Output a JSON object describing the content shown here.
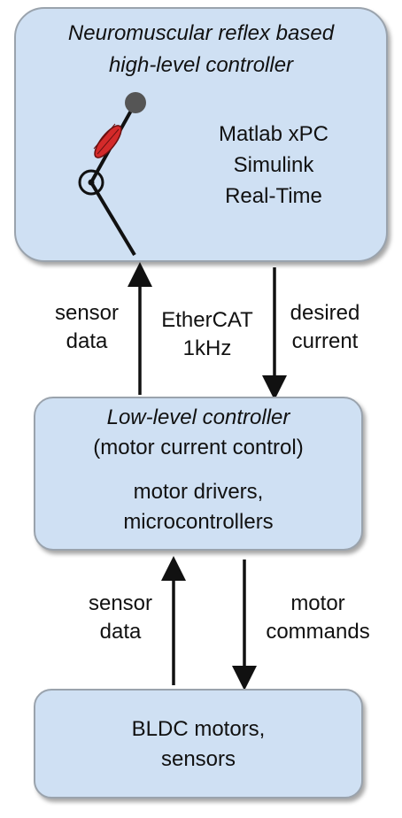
{
  "top_block": {
    "title_line1": "Neuromuscular reflex based",
    "title_line2": "high-level controller",
    "platform_line1": "Matlab xPC",
    "platform_line2": "Simulink",
    "platform_line3": "Real-Time",
    "leg_icon": "leg-with-muscle-icon"
  },
  "link_top": {
    "up_line1": "sensor",
    "up_line2": "data",
    "bus_line1": "EtherCAT",
    "bus_line2": "1kHz",
    "down_line1": "desired",
    "down_line2": "current"
  },
  "middle_block": {
    "title": "Low-level controller",
    "subtitle": "(motor current control)",
    "hw_line1": "motor drivers,",
    "hw_line2": "microcontrollers"
  },
  "link_bottom": {
    "up_line1": "sensor",
    "up_line2": "data",
    "down_line1": "motor",
    "down_line2": "commands"
  },
  "bottom_block": {
    "line1": "BLDC motors,",
    "line2": "sensors"
  },
  "colors": {
    "box_fill": "#cfe0f3",
    "box_border": "#9aa3ad",
    "muscle": "#d42a2a",
    "joint_dot": "#555555"
  }
}
